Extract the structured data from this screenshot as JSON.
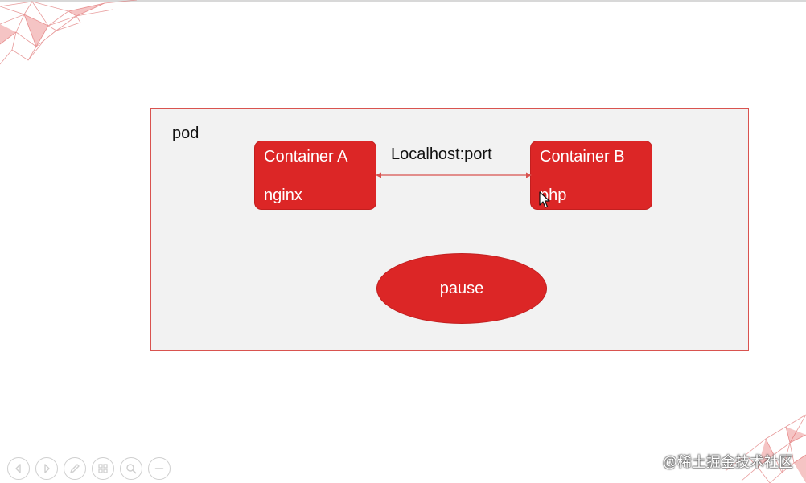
{
  "diagram": {
    "pod_label": "pod",
    "container_a": {
      "title": "Container A",
      "subtitle": "nginx"
    },
    "container_b": {
      "title": "Container B",
      "subtitle": "php"
    },
    "link_label": "Localhost:port",
    "pause_label": "pause"
  },
  "toolbar": {
    "buttons": [
      {
        "name": "previous-slide-button",
        "icon": "arrow-left-icon"
      },
      {
        "name": "next-slide-button",
        "icon": "arrow-right-icon"
      },
      {
        "name": "pen-button",
        "icon": "pen-icon"
      },
      {
        "name": "slides-overview-button",
        "icon": "grid-icon"
      },
      {
        "name": "zoom-button",
        "icon": "magnifier-icon"
      },
      {
        "name": "more-options-button",
        "icon": "ellipsis-icon"
      }
    ]
  },
  "watermark": "@稀土掘金技术社区",
  "colors": {
    "accent_red": "#dc2626",
    "pod_border": "#d9534f",
    "pod_fill": "#f2f2f2",
    "toolbar_icon": "#cfcfcf"
  }
}
